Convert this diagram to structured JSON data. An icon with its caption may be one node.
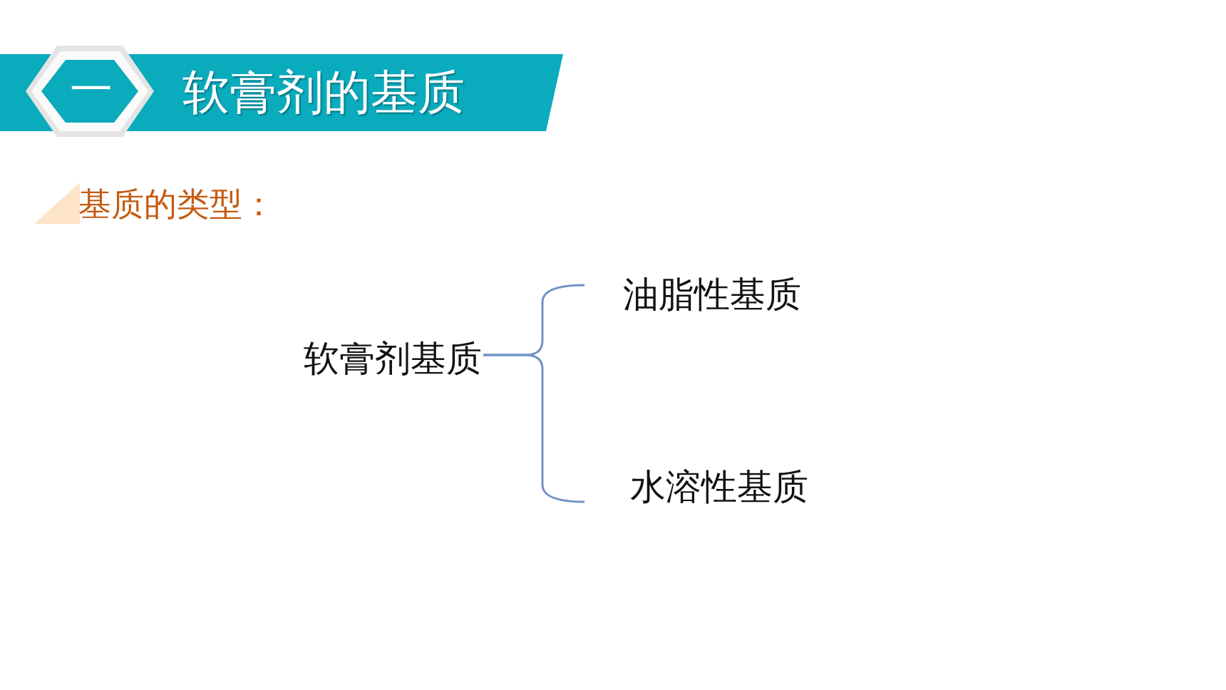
{
  "diagram": {
    "title": "软膏剂的基质",
    "nodes": [
      {
        "text": [
          "软膏剂基质"
        ]
      },
      {
        "text": [
          "油脂性基质"
        ]
      },
      {
        "text": [
          "水溶性基质"
        ]
      }
    ],
    "edges": [
      {
        "from": 0,
        "to": 1,
        "arrow": "none"
      },
      {
        "from": 0,
        "to": 2,
        "arrow": "none"
      }
    ],
    "labels": [
      "一",
      "基质的类型："
    ]
  }
}
